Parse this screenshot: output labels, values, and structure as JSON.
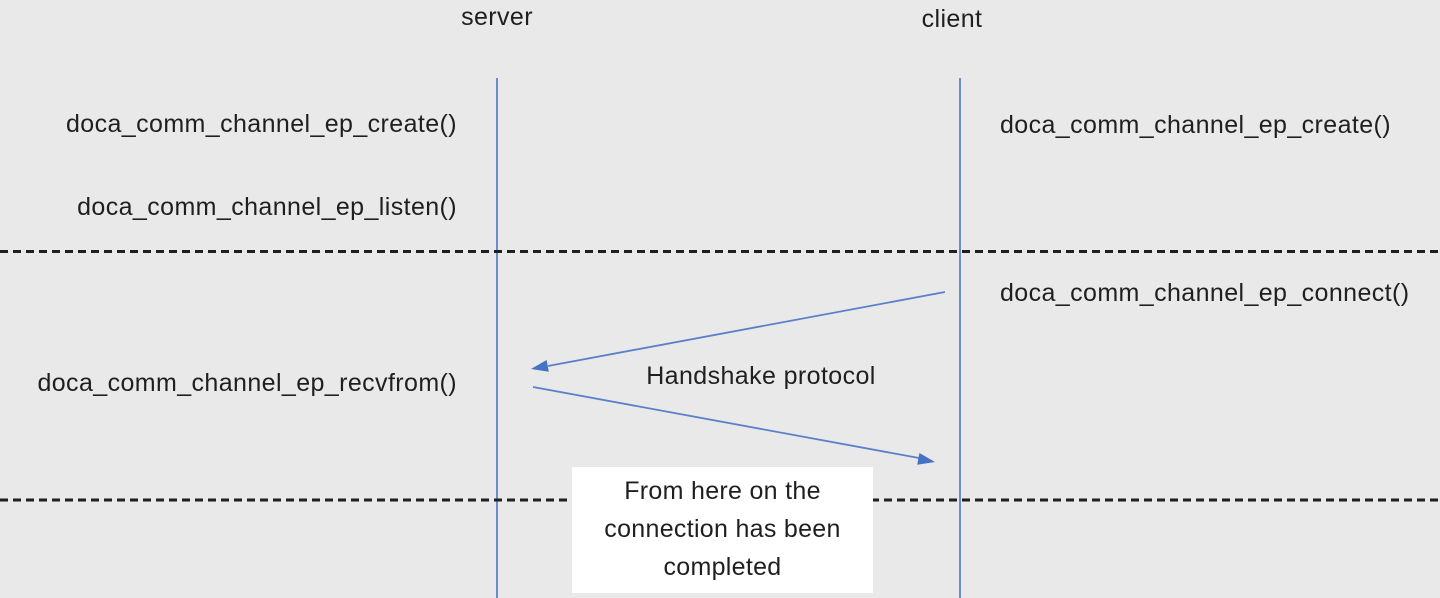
{
  "participants": {
    "server": "server",
    "client": "client"
  },
  "server_column": {
    "create": "doca_comm_channel_ep_create()",
    "listen": "doca_comm_channel_ep_listen()",
    "recvfrom": "doca_comm_channel_ep_recvfrom()"
  },
  "client_column": {
    "create": "doca_comm_channel_ep_create()",
    "connect": "doca_comm_channel_ep_connect()"
  },
  "handshake": {
    "label": "Handshake protocol"
  },
  "note": {
    "lines": [
      "From here on the",
      "connection has been",
      "completed"
    ]
  },
  "colors": {
    "background": "#e9e9e9",
    "lifeline_blue": "#6d8cce",
    "arrow_blue": "#5b7fc9",
    "arrowhead_blue": "#4472c4",
    "divider_dash": "#1f1f1f",
    "note_background": "#ffffff",
    "text": "#1f1f1f"
  }
}
